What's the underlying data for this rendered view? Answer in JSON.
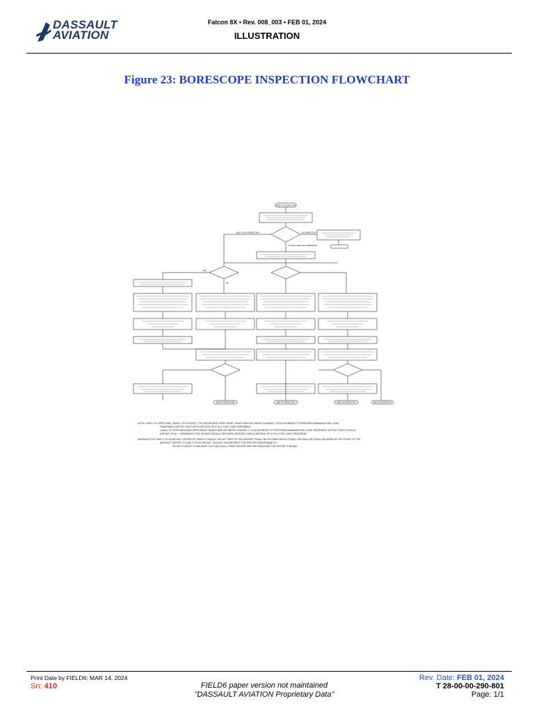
{
  "header": {
    "logo": {
      "line1": "DASSAULT",
      "line2": "AVIATION"
    },
    "doc_info": "Falcon 8X • Rev. 008_003 • FEB 01, 2024",
    "section": "ILLUSTRATION"
  },
  "figure": {
    "title": "Figure 23: BORESCOPE INSPECTION FLOWCHART"
  },
  "flowchart": {
    "start": "START OF INSPECTION",
    "branch_labels": {
      "left": "ONLY 1 LAST INSPECTION",
      "right": "NO INSPECTION",
      "below": "AT LEAST ONE LAST INSPECTION",
      "yes": "YES",
      "no": "NO"
    },
    "end": "END OF INSPECTION"
  },
  "notes": {
    "note1": "NOTE: CASE 1: IF UPPR WING, REAR, CTR CENTER, CTR FEEDER AND UPPR FRONT TANKS HAVE NOT BEEN CLEANED, IT IS AUTHORIZED TO PERFORM A MINIMUM FUEL LOAD",
    "note1b": "TREATMENT WITH AT LEAST 800 lb INSTEAD OF A FULL FUEL LOAD TREATMENT.",
    "note2": "CASE 2: IF UPPR WING AND UPPR FRONT TANKS HAVE NOT BEEN CLEANED, IT IS AUTHORIZED TO PERFORM A MINIMUM FUEL LOAD TREATMENT WITH AT LEAST 15,000 lb",
    "note2b": "(GROUP 1 FULL + REMAINING FUEL DIVIDED EQUALLY BETWEEN GROUPS 2 AND 3) INSTEAD OF A FULL FUEL LOAD TREATMENT.",
    "warning1": "WARNING FOR CASE 2: TO AVOID ANY CENTER OF GRAVITY ISSUES, THE AFT PART OF THE AIRCRAFT SHALL BE SECURED WITH A STAND, OR A BALLAST SHALL BE ADDED IN THE FRONT OF THE",
    "warning2": "AIRCRAFT (REFER TO TASK 07-00-00-900-801 \"JACKING THE AIRCRAFT FOR SPECIFIC MAINTENANCE\").",
    "warning3": "DO NOT FORGET TO BALANCE THE FUEL IN ALL THREE GROUPS BEFORE REMOVING THE SECURITY MEANS."
  },
  "footer": {
    "print_date": "Print Date by FIELD6: MAR 14, 2024",
    "sn_label": "Sn:",
    "sn_value": "410",
    "center_line1": "FIELD6 paper version not maintained",
    "center_line2": "\"DASSAULT AVIATION Proprietary Data\"",
    "rev_label": "Rev. Date:",
    "rev_value": "FEB 01, 2024",
    "doc_number": "T 28-00-00-290-801",
    "page": "Page: 1/1"
  }
}
